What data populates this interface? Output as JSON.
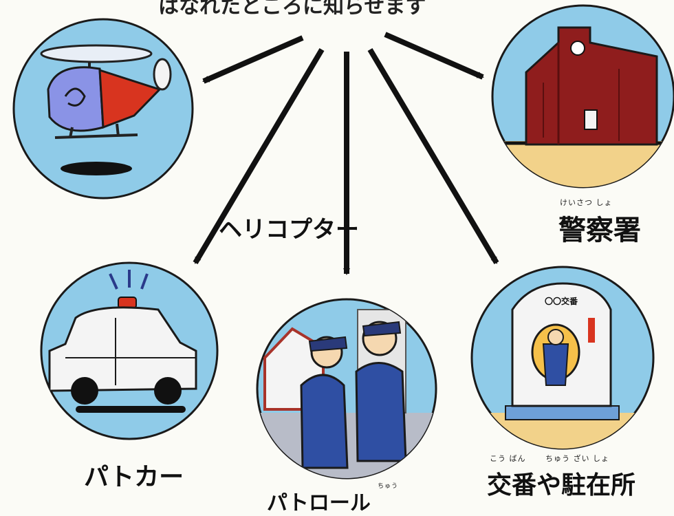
{
  "diagram": {
    "top_caption": "はなれたところに知らせます",
    "nodes": {
      "helicopter": {
        "label": "ヘリコプター"
      },
      "police_station": {
        "label": "警察署",
        "ruby": "けいさつ しょ"
      },
      "patrol_car": {
        "label": "パトカー"
      },
      "officers": {
        "label": "パトロール",
        "ruby": "ちゅう"
      },
      "koban": {
        "label": "交番や駐在所",
        "ruby": "こう ばん　　 ちゅう ざい しょ",
        "sign": "〇〇交番"
      }
    },
    "colors": {
      "circle_fill": "#8fcbe8",
      "circle_stroke": "#1a1a1a",
      "arrow": "#111111",
      "sand": "#f2d28a",
      "building": "#8f1d1d",
      "uniform": "#2f4fa3"
    }
  }
}
